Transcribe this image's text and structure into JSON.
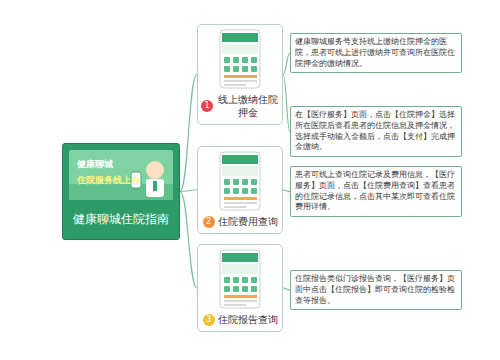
{
  "diagram": {
    "nodes": [
      {
        "text": [
          "健康聊城住院指南"
        ]
      },
      {
        "text": [
          "线上缴纳住院押金"
        ]
      },
      {
        "text": [
          "健康聊城服务号支持线上缴纳住院押金的医院，患者可线上进行缴纳并可查询所在医院住院押金的缴纳情况。"
        ]
      },
      {
        "text": [
          "在【医疗服务】页面，点击【住院押金】选择所在医院后查看患者的住院信息及押金情况，选择或手动输入金额后，点击【支付】完成押金缴纳。"
        ]
      },
      {
        "text": [
          "住院费用查询"
        ]
      },
      {
        "text": [
          "患者可线上查询住院记录及费用信息，【医疗服务】页面，点击【住院费用查询】查看患者的住院记录信息，点击其中某次即可查看住院费用详情。"
        ]
      },
      {
        "text": [
          "住院报告查询"
        ]
      },
      {
        "text": [
          "住院报告类似门诊报告查询，【医疗服务】页面中点击【住院报告】即可查询住院的检验检查等报告。"
        ]
      }
    ],
    "edges": [
      {
        "from": 0,
        "to": 1,
        "arrow": "none"
      },
      {
        "from": 1,
        "to": 2,
        "arrow": "none"
      },
      {
        "from": 1,
        "to": 3,
        "arrow": "none"
      },
      {
        "from": 0,
        "to": 4,
        "arrow": "none"
      },
      {
        "from": 4,
        "to": 5,
        "arrow": "none"
      },
      {
        "from": 0,
        "to": 6,
        "arrow": "none"
      },
      {
        "from": 6,
        "to": 7,
        "arrow": "none"
      }
    ],
    "labels": [
      "健康聊城",
      "住院服务线上办",
      "1",
      "2",
      "3"
    ]
  }
}
